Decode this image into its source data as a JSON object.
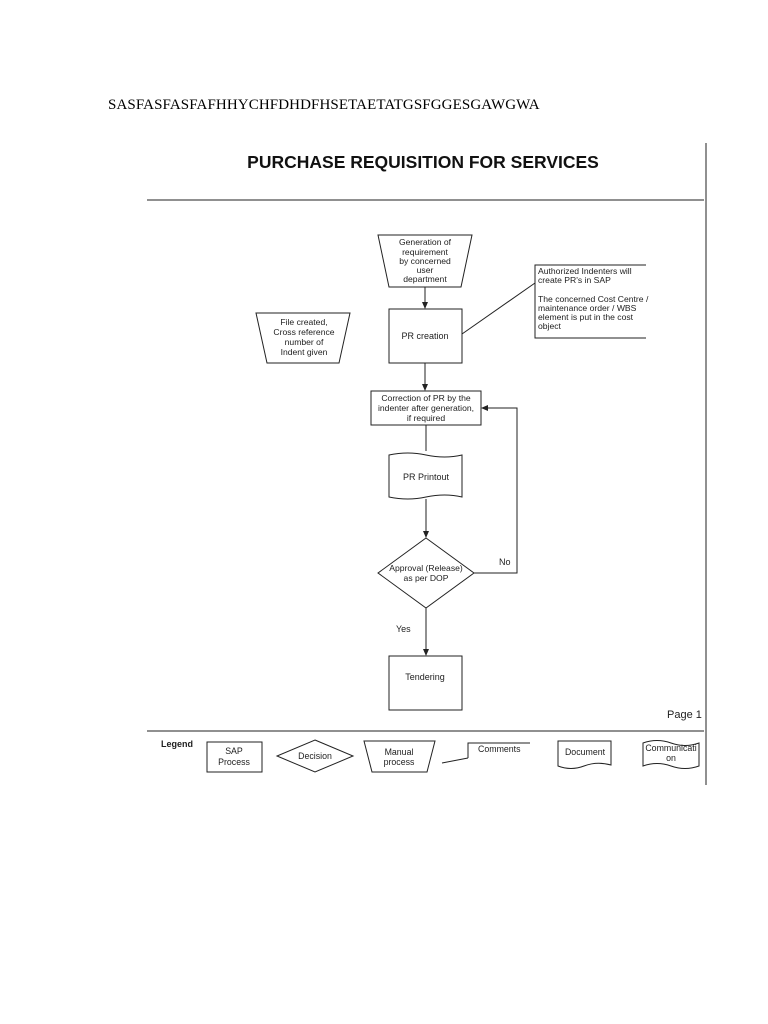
{
  "header": {
    "text": "SASFASFASFAFHHYCHFDHDFHSETAETATGSFGGESGAWGWA"
  },
  "diagram": {
    "title": "PURCHASE REQUISITION FOR SERVICES",
    "nodes": {
      "generation": [
        "Generation of",
        "requirement",
        "by concerned",
        "user",
        "department"
      ],
      "file_created": [
        "File created,",
        "Cross reference",
        "number of",
        "Indent given"
      ],
      "pr_creation": "PR creation",
      "note": [
        "Authorized Indenters will",
        "create PR's in SAP",
        "",
        "The concerned Cost Centre /",
        "maintenance order / WBS",
        "element  is put in the cost",
        "object"
      ],
      "correction": [
        "Correction of PR by the",
        "indenter after generation,",
        "if required"
      ],
      "printout": "PR Printout",
      "approval": [
        "Approval (Release)",
        "as per DOP"
      ],
      "tendering": "Tendering"
    },
    "edge_labels": {
      "no": "No",
      "yes": "Yes"
    },
    "page_label": "Page 1"
  },
  "legend": {
    "title": "Legend",
    "sap_process": [
      "SAP",
      "Process"
    ],
    "decision": "Decision",
    "manual_process": [
      "Manual",
      "process"
    ],
    "comments": "Comments",
    "document": "Document",
    "communication": [
      "Communicati",
      "on"
    ]
  }
}
